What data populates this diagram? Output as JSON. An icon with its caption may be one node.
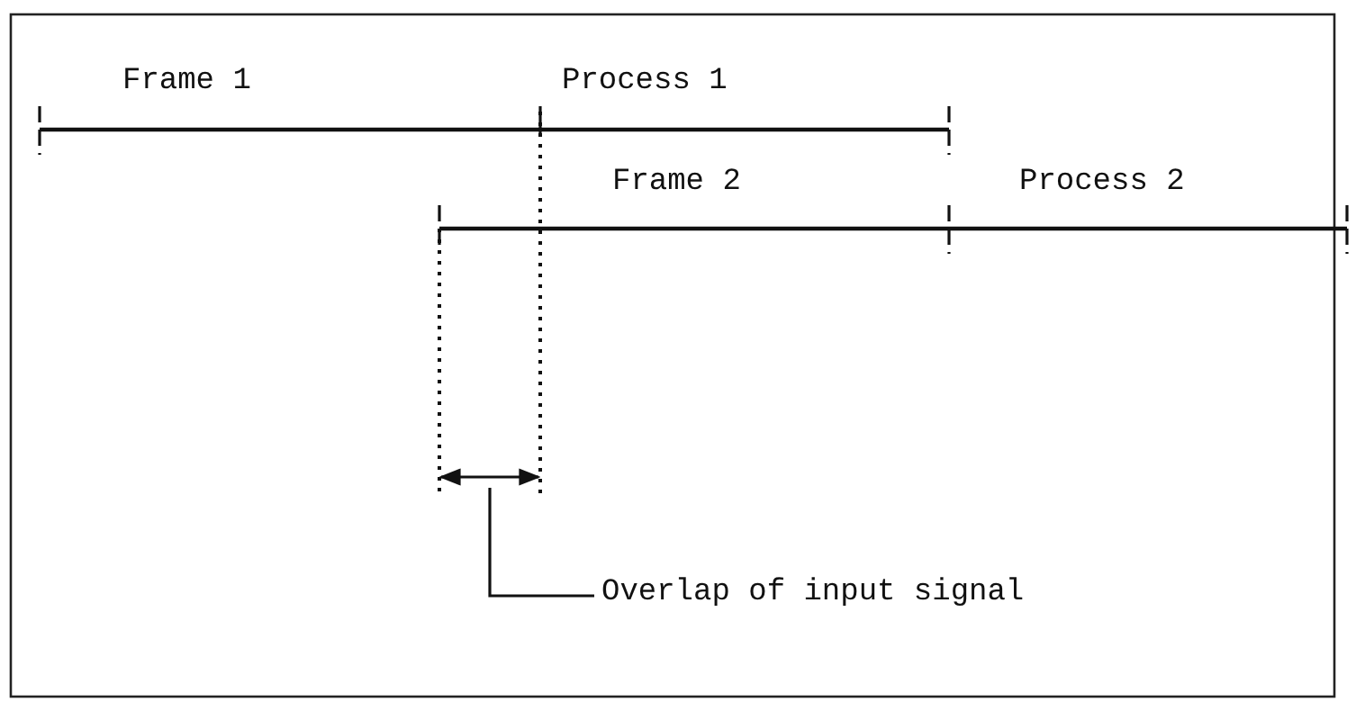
{
  "diagram": {
    "nodes": [
      {
        "text": [
          "Overlap of input signal"
        ]
      },
      {
        "text": [],
        "shape": "arrow"
      }
    ],
    "edges": [
      {
        "from": 0,
        "to": 1,
        "arrow": "none"
      }
    ],
    "labels": [
      "Frame 1",
      "Process 1",
      "Frame 2",
      "Process 2"
    ]
  }
}
